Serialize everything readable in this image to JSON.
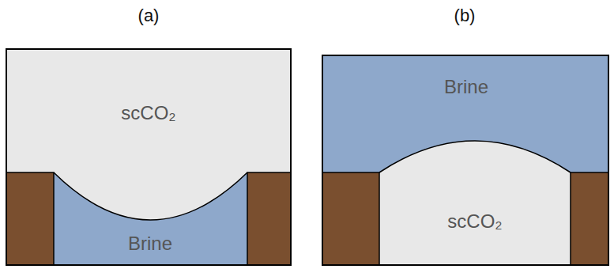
{
  "diagram": {
    "labels": [
      "(a)",
      "(b)",
      "scCO₂",
      "Brine",
      "Brine",
      "scCO₂"
    ]
  }
}
